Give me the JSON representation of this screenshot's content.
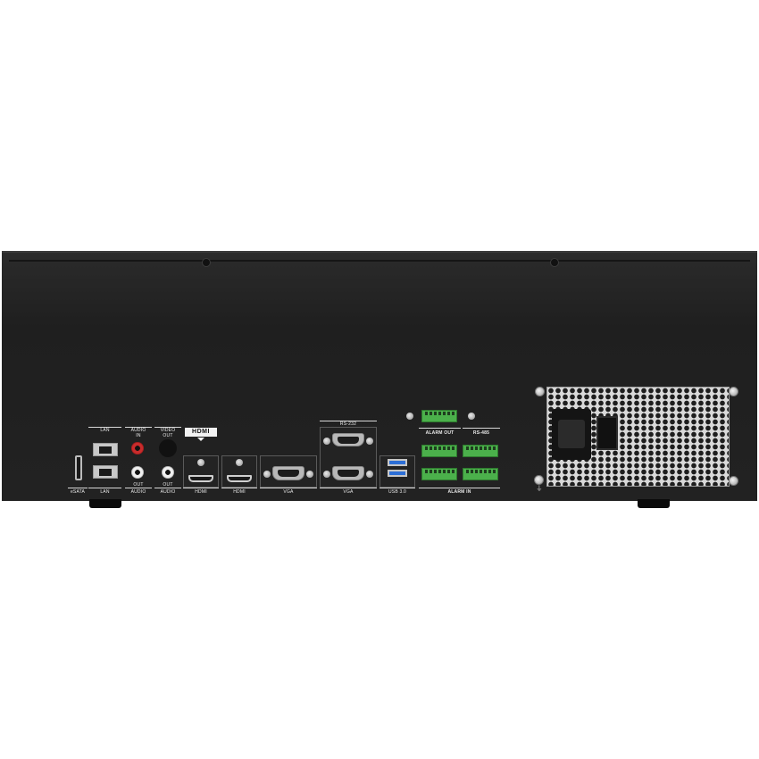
{
  "device": {
    "lan": {
      "header": "LAN",
      "footer": "LAN"
    },
    "esata": {
      "footer": "eSATA"
    },
    "audio": {
      "header": "AUDIO",
      "header_sub": "IN",
      "footer": "AUDIO",
      "footer_sub": "OUT"
    },
    "video": {
      "header": "VIDEO",
      "header_sub": "OUT",
      "footer": "AUDIO",
      "footer_sub": "OUT"
    },
    "hdmi_logo": "HDMI",
    "hdmi1": {
      "footer": "HDMI"
    },
    "hdmi2": {
      "footer": "HDMI"
    },
    "vga1": {
      "footer": "VGA"
    },
    "vga2": {
      "footer": "VGA"
    },
    "rs232": {
      "header": "RS-232"
    },
    "usb": {
      "footer": "USB 3.0"
    },
    "alarm_out": {
      "header": "ALARM OUT"
    },
    "rs485": {
      "header": "RS-485"
    },
    "alarm_in": {
      "footer": "ALARM IN"
    }
  },
  "colors": {
    "chassis": "#222222",
    "terminal_green": "#4bb04b",
    "usb_blue": "#2d6fd6",
    "audio_red": "#c82c2c"
  }
}
